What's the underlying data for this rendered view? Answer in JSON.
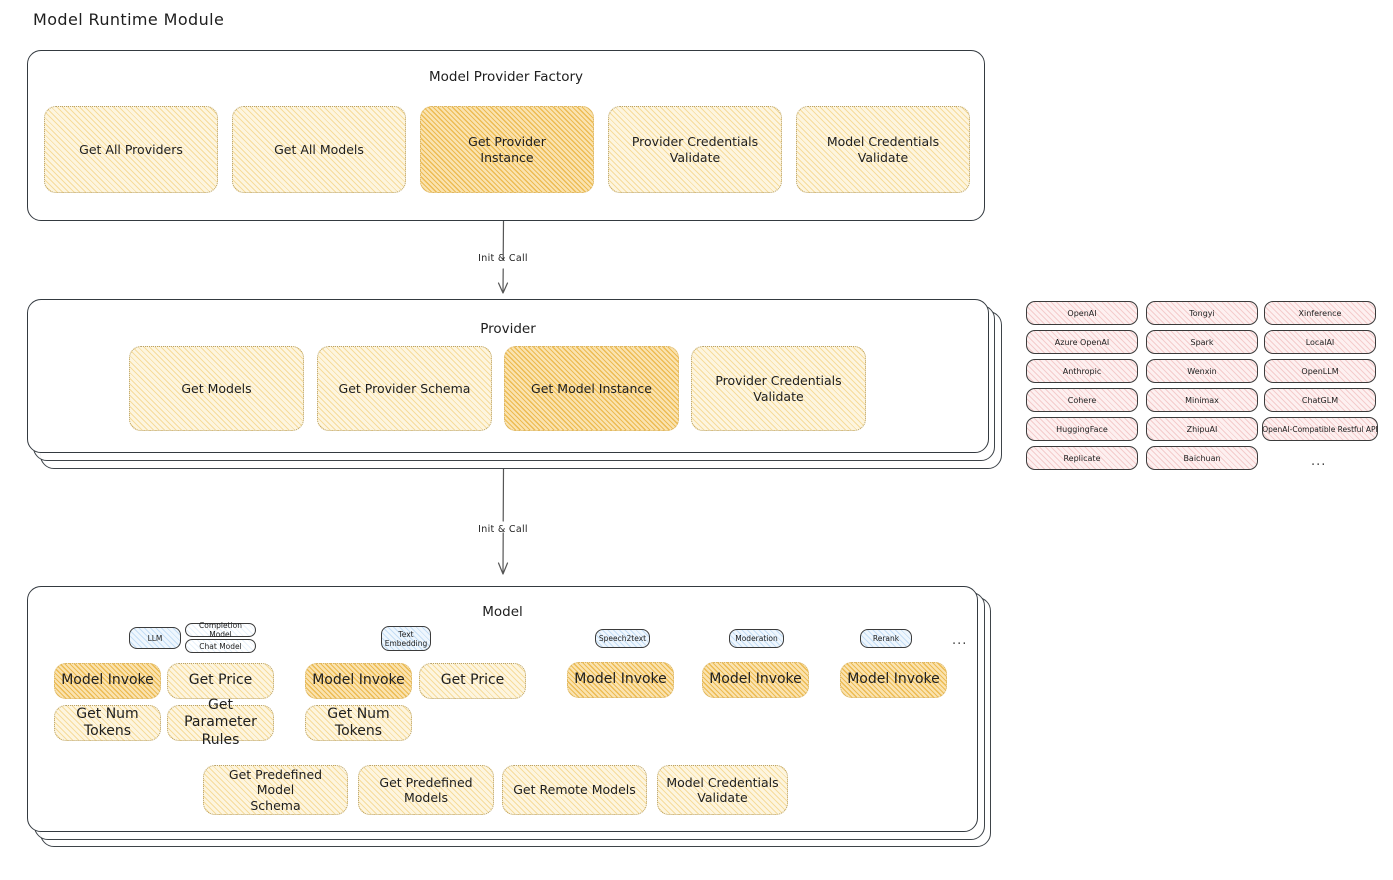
{
  "page": {
    "title": "Model Runtime Module"
  },
  "factory": {
    "title": "Model Provider Factory",
    "nodes": [
      {
        "label": "Get All Providers",
        "highlight": false
      },
      {
        "label": "Get All Models",
        "highlight": false
      },
      {
        "label": "Get Provider\nInstance",
        "highlight": true
      },
      {
        "label": "Provider Credentials\nValidate",
        "highlight": false
      },
      {
        "label": "Model Credentials\nValidate",
        "highlight": false
      }
    ]
  },
  "arrows": [
    {
      "label": "Init & Call"
    },
    {
      "label": "Init & Call"
    }
  ],
  "provider": {
    "title": "Provider",
    "nodes": [
      {
        "label": "Get Models",
        "highlight": false
      },
      {
        "label": "Get Provider Schema",
        "highlight": false
      },
      {
        "label": "Get Model Instance",
        "highlight": true
      },
      {
        "label": "Provider Credentials\nValidate",
        "highlight": false
      }
    ]
  },
  "provider_list": {
    "columns": [
      [
        "OpenAI",
        "Azure OpenAI",
        "Anthropic",
        "Cohere",
        "HuggingFace",
        "Replicate"
      ],
      [
        "Tongyi",
        "Spark",
        "Wenxin",
        "Minimax",
        "ZhipuAI",
        "Baichuan"
      ],
      [
        "Xinference",
        "LocalAI",
        "OpenLLM",
        "ChatGLM",
        "OpenAI-Compatible Restful API"
      ]
    ],
    "more": "..."
  },
  "model": {
    "title": "Model",
    "more": "...",
    "types": [
      {
        "badge": "LLM",
        "sub_badges": [
          "Completion Model",
          "Chat Model"
        ],
        "methods": [
          {
            "label": "Model Invoke",
            "highlight": true
          },
          {
            "label": "Get Price",
            "highlight": false
          },
          {
            "label": "Get Num Tokens",
            "highlight": false
          },
          {
            "label": "Get Parameter\nRules",
            "highlight": false
          }
        ]
      },
      {
        "badge": "Text\nEmbedding",
        "sub_badges": [],
        "methods": [
          {
            "label": "Model Invoke",
            "highlight": true
          },
          {
            "label": "Get Price",
            "highlight": false
          },
          {
            "label": "Get Num Tokens",
            "highlight": false
          }
        ]
      },
      {
        "badge": "Speech2text",
        "sub_badges": [],
        "methods": [
          {
            "label": "Model Invoke",
            "highlight": true
          }
        ]
      },
      {
        "badge": "Moderation",
        "sub_badges": [],
        "methods": [
          {
            "label": "Model Invoke",
            "highlight": true
          }
        ]
      },
      {
        "badge": "Rerank",
        "sub_badges": [],
        "methods": [
          {
            "label": "Model Invoke",
            "highlight": true
          }
        ]
      }
    ],
    "common_methods": [
      {
        "label": "Get Predefined Model\nSchema"
      },
      {
        "label": "Get Predefined\nModels"
      },
      {
        "label": "Get Remote Models"
      },
      {
        "label": "Model Credentials\nValidate"
      }
    ]
  },
  "colors": {
    "node_fill": "#fdf5df",
    "node_highlight_fill": "#fae3b0",
    "tag_fill": "#fdf0f0",
    "badge_fill": "#eef6fd",
    "stroke": "#343a40",
    "text": "#1e1e1e"
  }
}
